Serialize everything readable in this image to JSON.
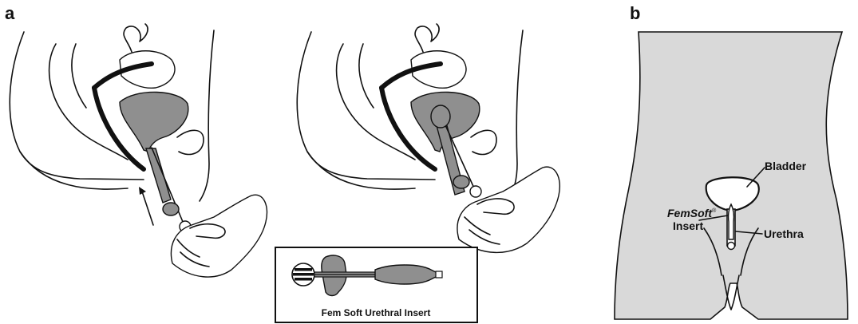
{
  "panels": {
    "a": {
      "letter": "a"
    },
    "b": {
      "letter": "b"
    }
  },
  "inset": {
    "caption": "Fem Soft Urethral Insert"
  },
  "labels": {
    "bladder": "Bladder",
    "brand": "FemSoft",
    "registered": "®",
    "insert": "Insert",
    "urethra": "Urethra"
  },
  "colors": {
    "organ_fill": "#8f8f8f",
    "body_fill": "#d9d9d9",
    "line": "#111111"
  }
}
